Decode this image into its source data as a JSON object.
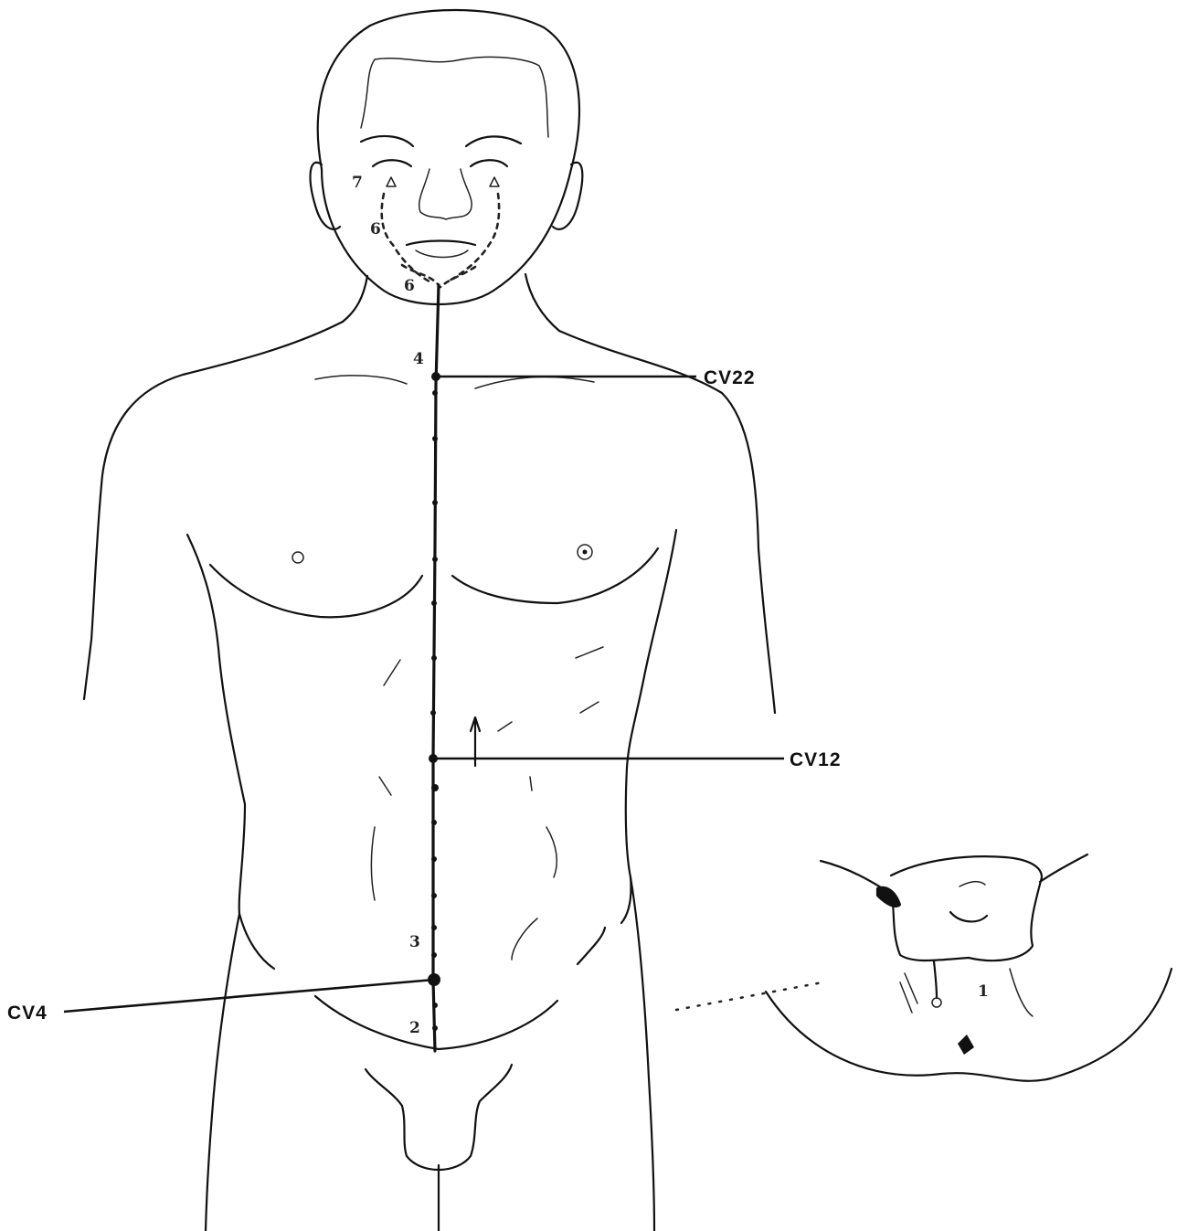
{
  "points": {
    "cv22": "CV22",
    "cv12": "CV12",
    "cv4": "CV4"
  },
  "markers": {
    "m7": "7",
    "m6_cheek": "6",
    "m6_chin": "6",
    "m4": "4",
    "m3": "3",
    "m2": "2",
    "m1": "1"
  }
}
